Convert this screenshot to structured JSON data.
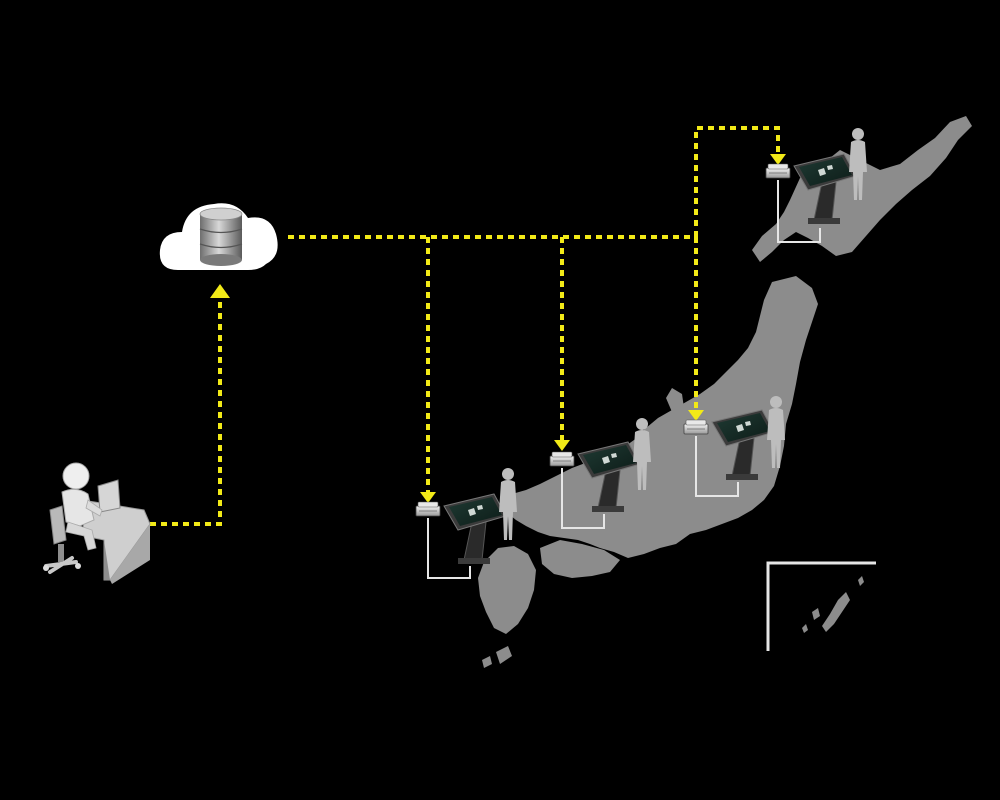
{
  "background_color": "#000000",
  "colors": {
    "link": "#f2ea17",
    "arrow": "#f2ea17",
    "land": "#8c8c8c",
    "silhouette": "#bdbdbd",
    "cloud": "#ffffff",
    "leader": "#e6e6e6"
  },
  "nodes": {
    "operator": {
      "icon": "person-at-desk-with-computer-icon"
    },
    "cloud": {
      "icon": "cloud-database-icon"
    },
    "sites": [
      {
        "id": "kyushu",
        "icon": "touchscreen-kiosk-icon",
        "visitor": "standing-person-silhouette-icon",
        "device": "terminal-box-icon"
      },
      {
        "id": "kansai",
        "icon": "touchscreen-kiosk-icon",
        "visitor": "standing-person-silhouette-icon",
        "device": "terminal-box-icon"
      },
      {
        "id": "kanto",
        "icon": "touchscreen-kiosk-icon",
        "visitor": "standing-person-silhouette-icon",
        "device": "terminal-box-icon"
      },
      {
        "id": "hokkaido",
        "icon": "touchscreen-kiosk-icon",
        "visitor": "standing-person-silhouette-icon",
        "device": "terminal-box-icon"
      }
    ]
  },
  "map": {
    "icon": "japan-map-icon",
    "inset": "okinawa-inset-icon"
  }
}
